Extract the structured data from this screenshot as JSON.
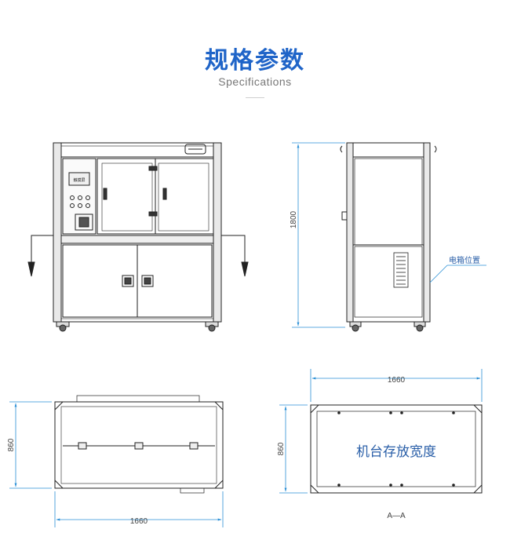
{
  "header": {
    "title": "规格参数",
    "subtitle": "Specifications"
  },
  "colors": {
    "accent": "#1f64c8",
    "dimension_line": "#2a8fd6",
    "drawing_line": "#222222"
  },
  "front_view": {
    "panel_label": "触摸屏"
  },
  "side_view": {
    "height_label": "1800",
    "callout_label": "电箱位置"
  },
  "top_view": {
    "width_label": "1660",
    "depth_label": "860"
  },
  "section_view": {
    "width_label": "1660",
    "depth_label": "860",
    "center_text": "机台存放宽度",
    "section_label": "A—A"
  }
}
